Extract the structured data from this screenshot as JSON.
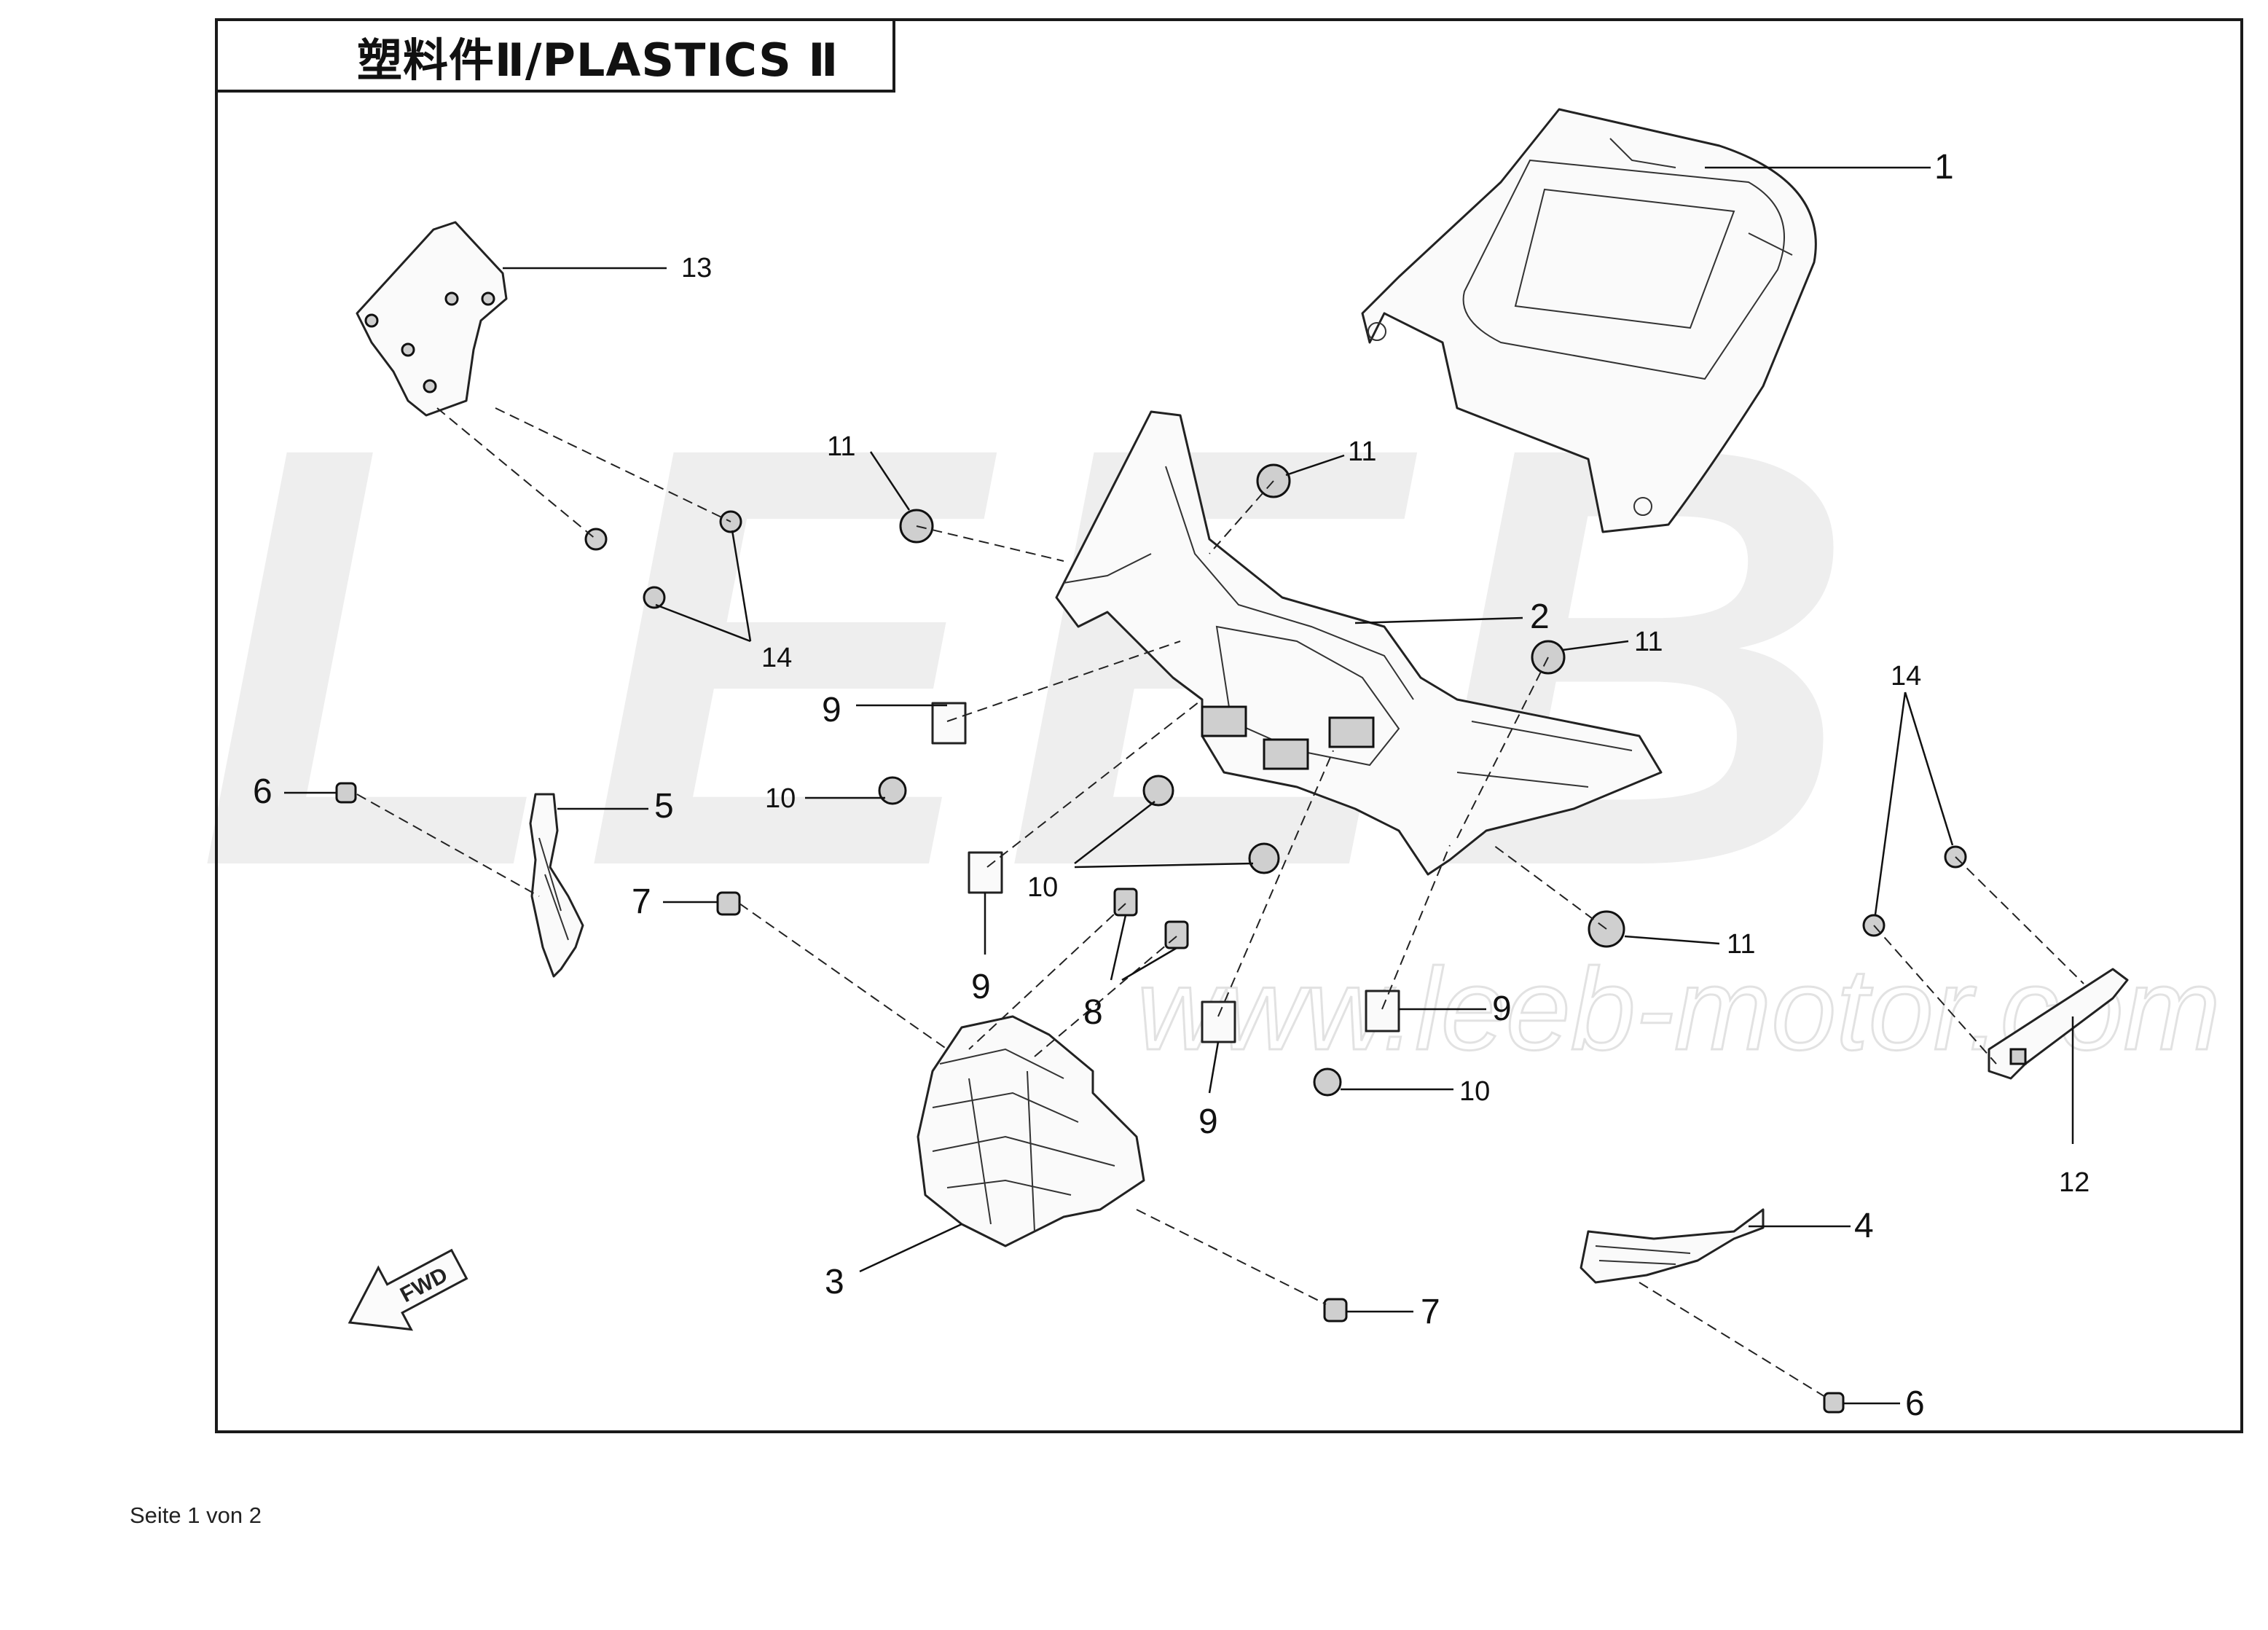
{
  "title": "塑料件Ⅱ/PLASTICS Ⅱ",
  "watermark": {
    "brand": "LEEB",
    "url": "www.leeb-motor.com"
  },
  "fwd_arrow_label": "FWD",
  "callouts": {
    "c1": "1",
    "c2": "2",
    "c3": "3",
    "c4": "4",
    "c5": "5",
    "c6a": "6",
    "c6b": "6",
    "c7a": "7",
    "c7b": "7",
    "c8": "8",
    "c9a": "9",
    "c9b": "9",
    "c9c": "9",
    "c9d": "9",
    "c10a": "10",
    "c10b": "10",
    "c10c": "10",
    "c11a": "11",
    "c11b": "11",
    "c11c": "11",
    "c11d": "11",
    "c12": "12",
    "c13": "13",
    "c14a": "14",
    "c14b": "14"
  },
  "footer": "Seite 1 von 2",
  "colors": {
    "line": "#111111",
    "watermark": "#eeeeee",
    "background": "#ffffff"
  }
}
